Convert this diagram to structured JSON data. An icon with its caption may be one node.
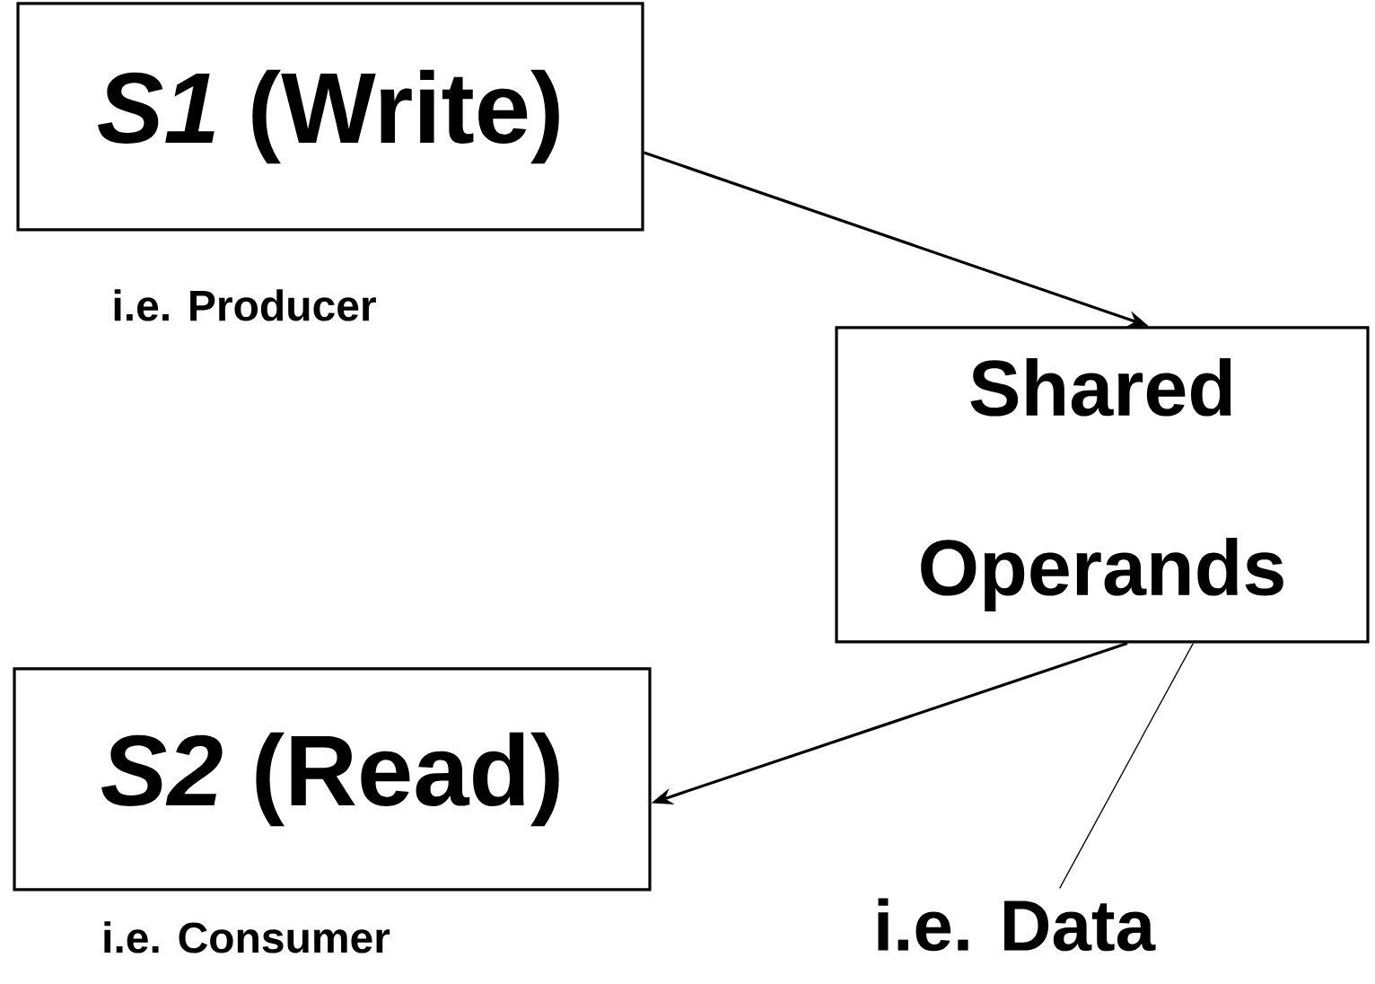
{
  "diagram": {
    "nodes": [
      {
        "text": [
          "*S1* (Write)"
        ],
        "beside": [
          "i.e. Producer"
        ]
      },
      {
        "text": [
          "Shared Operands"
        ]
      },
      {
        "text": [
          "*S2* (Read)"
        ],
        "beside": [
          "i.e. Consumer"
        ]
      },
      {
        "text": [
          "i.e. Data"
        ]
      }
    ],
    "edges": [
      {
        "from": 0,
        "to": 1,
        "arrow": "to"
      },
      {
        "from": 1,
        "to": 2,
        "arrow": "to"
      },
      {
        "from": 3,
        "to": 1,
        "arrow": "none"
      }
    ]
  }
}
